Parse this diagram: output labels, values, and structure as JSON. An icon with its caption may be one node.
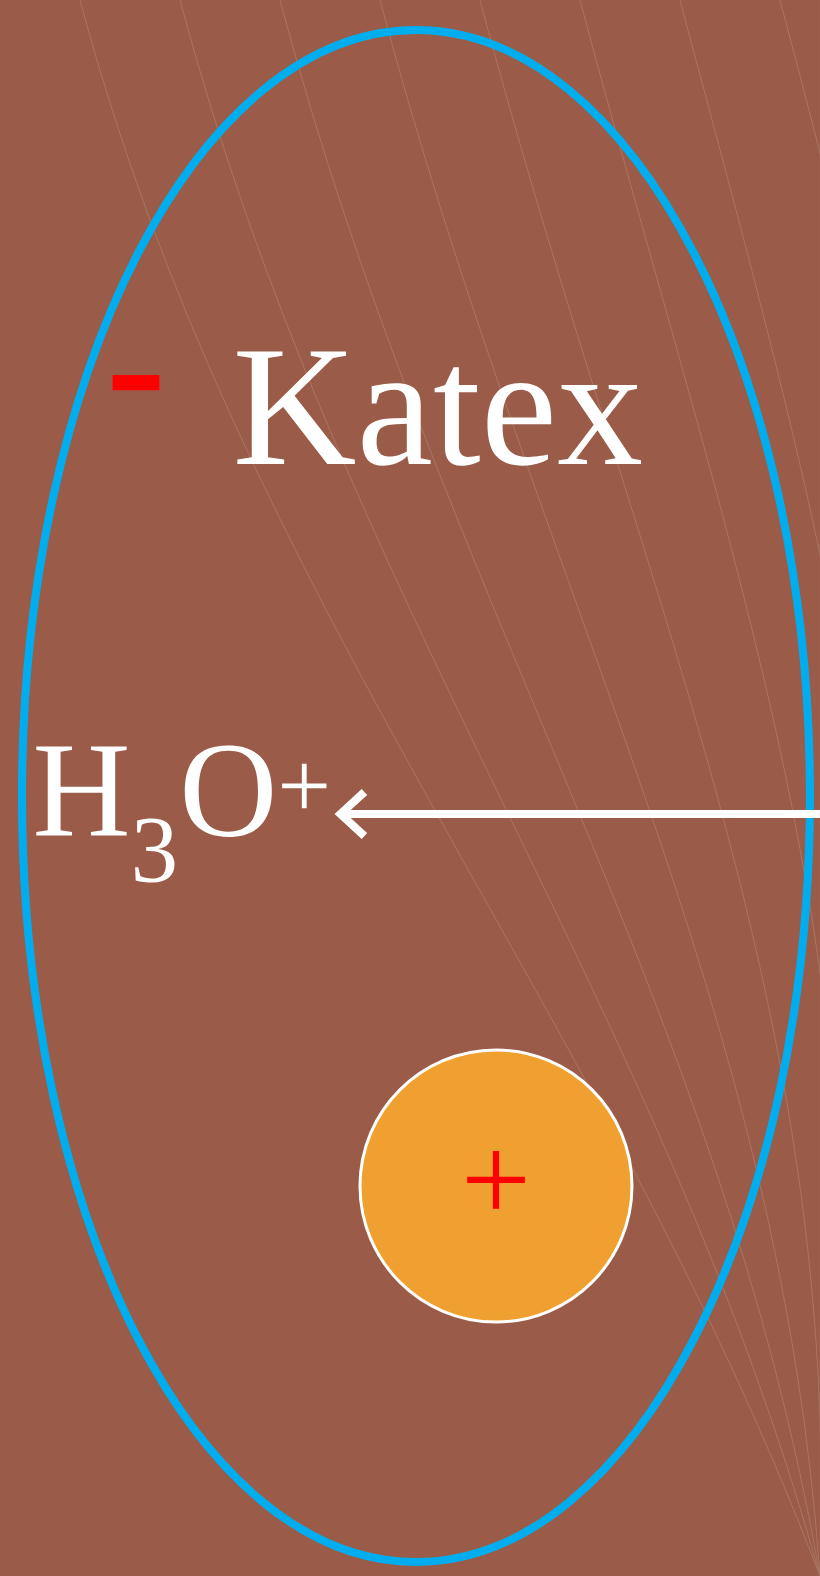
{
  "diagram": {
    "nodes": [
      {
        "text": [],
        "shape": "ellipse"
      },
      {
        "text": [
          "H$_{3}$O$^{+}$"
        ],
        "in": 0
      },
      {
        "text": [
          "+"
        ],
        "in": 0
      }
    ],
    "edges": [
      {
        "from": null,
        "to": 1,
        "arrow": "to"
      }
    ],
    "labels": [
      "-",
      "Katex"
    ]
  }
}
